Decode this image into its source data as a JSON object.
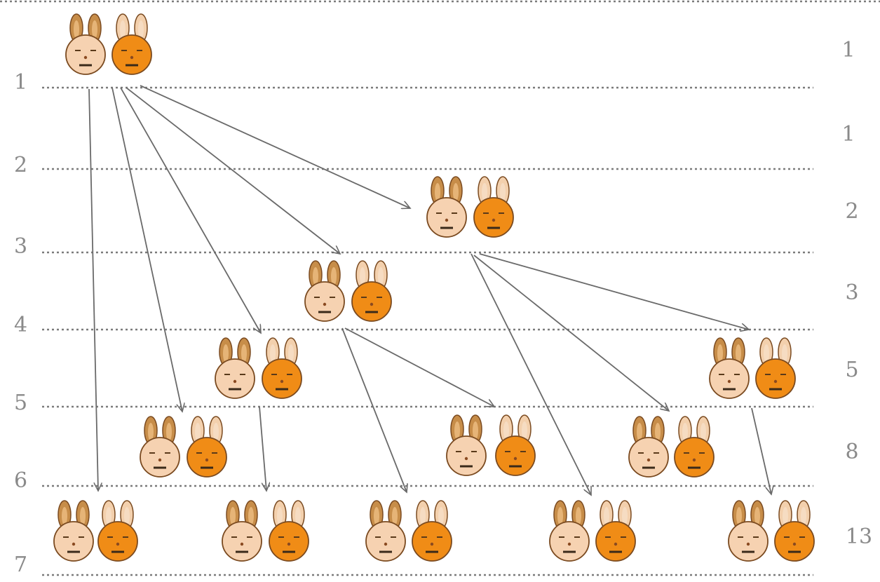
{
  "generation_labels": [
    "1",
    "2",
    "3",
    "4",
    "5",
    "6",
    "7"
  ],
  "pair_counts": [
    "1",
    "1",
    "2",
    "3",
    "5",
    "8",
    "13"
  ],
  "colors": {
    "line": "#7b7b7b",
    "arrow": "#6a6a6a",
    "rabbit_light_face": "#f6d2b1",
    "rabbit_dark_face": "#f08c16",
    "ear_dark": "#c78d49",
    "ear_light": "#f3d0ad",
    "outline": "#7a4a20",
    "label": "#8a8a8a"
  },
  "icons": [
    "rabbit-pair-icon",
    "arrow-icon"
  ]
}
